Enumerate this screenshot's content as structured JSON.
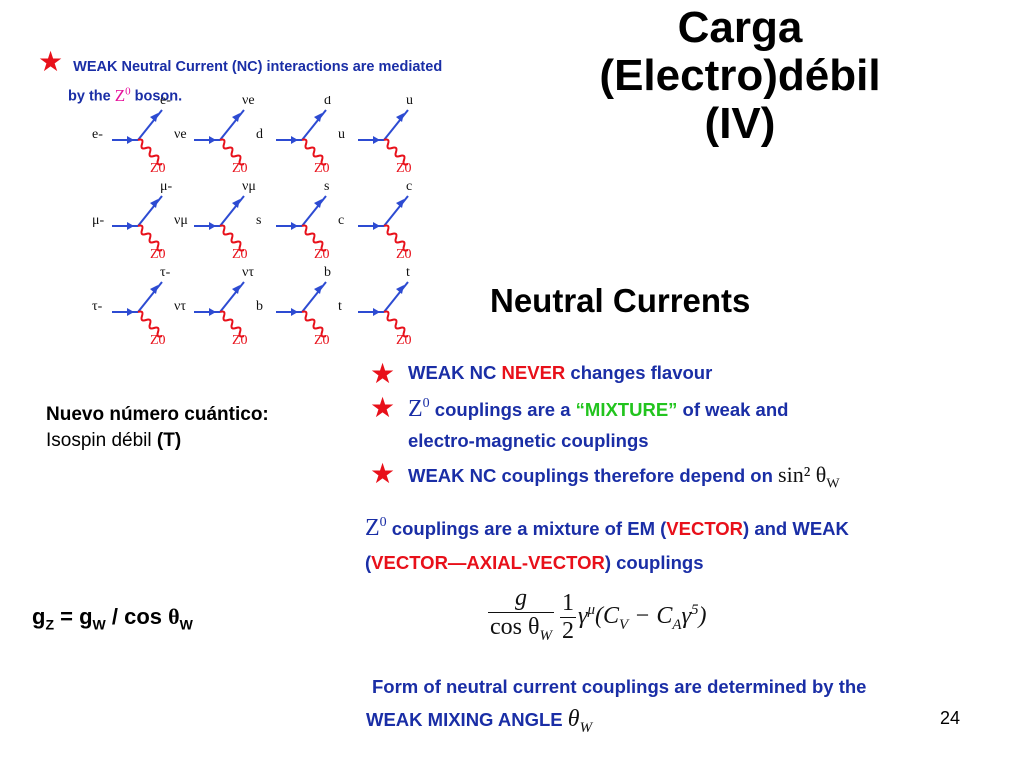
{
  "title": {
    "line1": "Carga",
    "line2": "(Electro)débil",
    "line3": "(IV)"
  },
  "subtitle": "Neutral Currents",
  "intro": {
    "weak": "WEAK",
    "neutral_current": " Neutral Current ",
    "nc": "(NC)",
    "rest": " interactions are mediated",
    "line2_prefix": "by the ",
    "boson_symbol": "Z",
    "boson_sup": "0",
    "line2_suffix": " boson."
  },
  "diagram": {
    "boson": "Z0",
    "rows": [
      [
        {
          "in": "e-",
          "out": "e-"
        },
        {
          "in": "νe",
          "out": "νe"
        },
        {
          "in": "d",
          "out": "d"
        },
        {
          "in": "u",
          "out": "u"
        }
      ],
      [
        {
          "in": "μ-",
          "out": "μ-"
        },
        {
          "in": "νμ",
          "out": "νμ"
        },
        {
          "in": "s",
          "out": "s"
        },
        {
          "in": "c",
          "out": "c"
        }
      ],
      [
        {
          "in": "τ-",
          "out": "τ-"
        },
        {
          "in": "ντ",
          "out": "ντ"
        },
        {
          "in": "b",
          "out": "b"
        },
        {
          "in": "t",
          "out": "t"
        }
      ]
    ]
  },
  "note": {
    "bold": "Nuevo número cuántico:",
    "normal": " Isospin débil ",
    "bold2": "(T)"
  },
  "gz_relation": {
    "g": "g",
    "sub_z": "Z",
    "eq": " = g",
    "sub_w": "W",
    "div": " / cos ",
    "theta": "θ",
    "sub_w2": "W"
  },
  "bullets": {
    "b1_a": "WEAK NC ",
    "b1_never": "NEVER",
    "b1_b": " changes flavour",
    "b2_z": "Z",
    "b2_sup": "0",
    "b2_a": " couplings are a ",
    "b2_mixture": "“MIXTURE”",
    "b2_b": "  of weak and",
    "b2_line2": "electro-magnetic couplings",
    "b3": "WEAK NC couplings therefore depend on ",
    "b3_math": "sin² θ",
    "b3_sub": "W"
  },
  "mixture": {
    "z": "Z",
    "sup": "0",
    "a": " couplings are a mixture of EM (",
    "vector": "VECTOR",
    "b": ") and WEAK",
    "c": "(",
    "vector_axial": "VECTOR—AXIAL-VECTOR",
    "d": ") couplings"
  },
  "formula": {
    "numerator": "g",
    "denominator": "cos θ",
    "den_sub": "W",
    "half_num": "1",
    "half_den": "2",
    "rest": "γ",
    "gamma_sup": "μ",
    "paren": "(C",
    "cv_sub": "V",
    "minus": " − C",
    "ca_sub": "A",
    "g5": "γ",
    "g5_sup": "5",
    "close": ")"
  },
  "conclusion": {
    "line1": "Form of neutral current couplings are determined by the",
    "line2": "WEAK MIXING ANGLE ",
    "theta": "θ",
    "sub": "W"
  },
  "page_number": "24",
  "colors": {
    "blue": "#1a2ea6",
    "red": "#e8101a",
    "green": "#22c41e",
    "magenta": "#e6129b"
  },
  "icons": [
    "star-icon"
  ]
}
